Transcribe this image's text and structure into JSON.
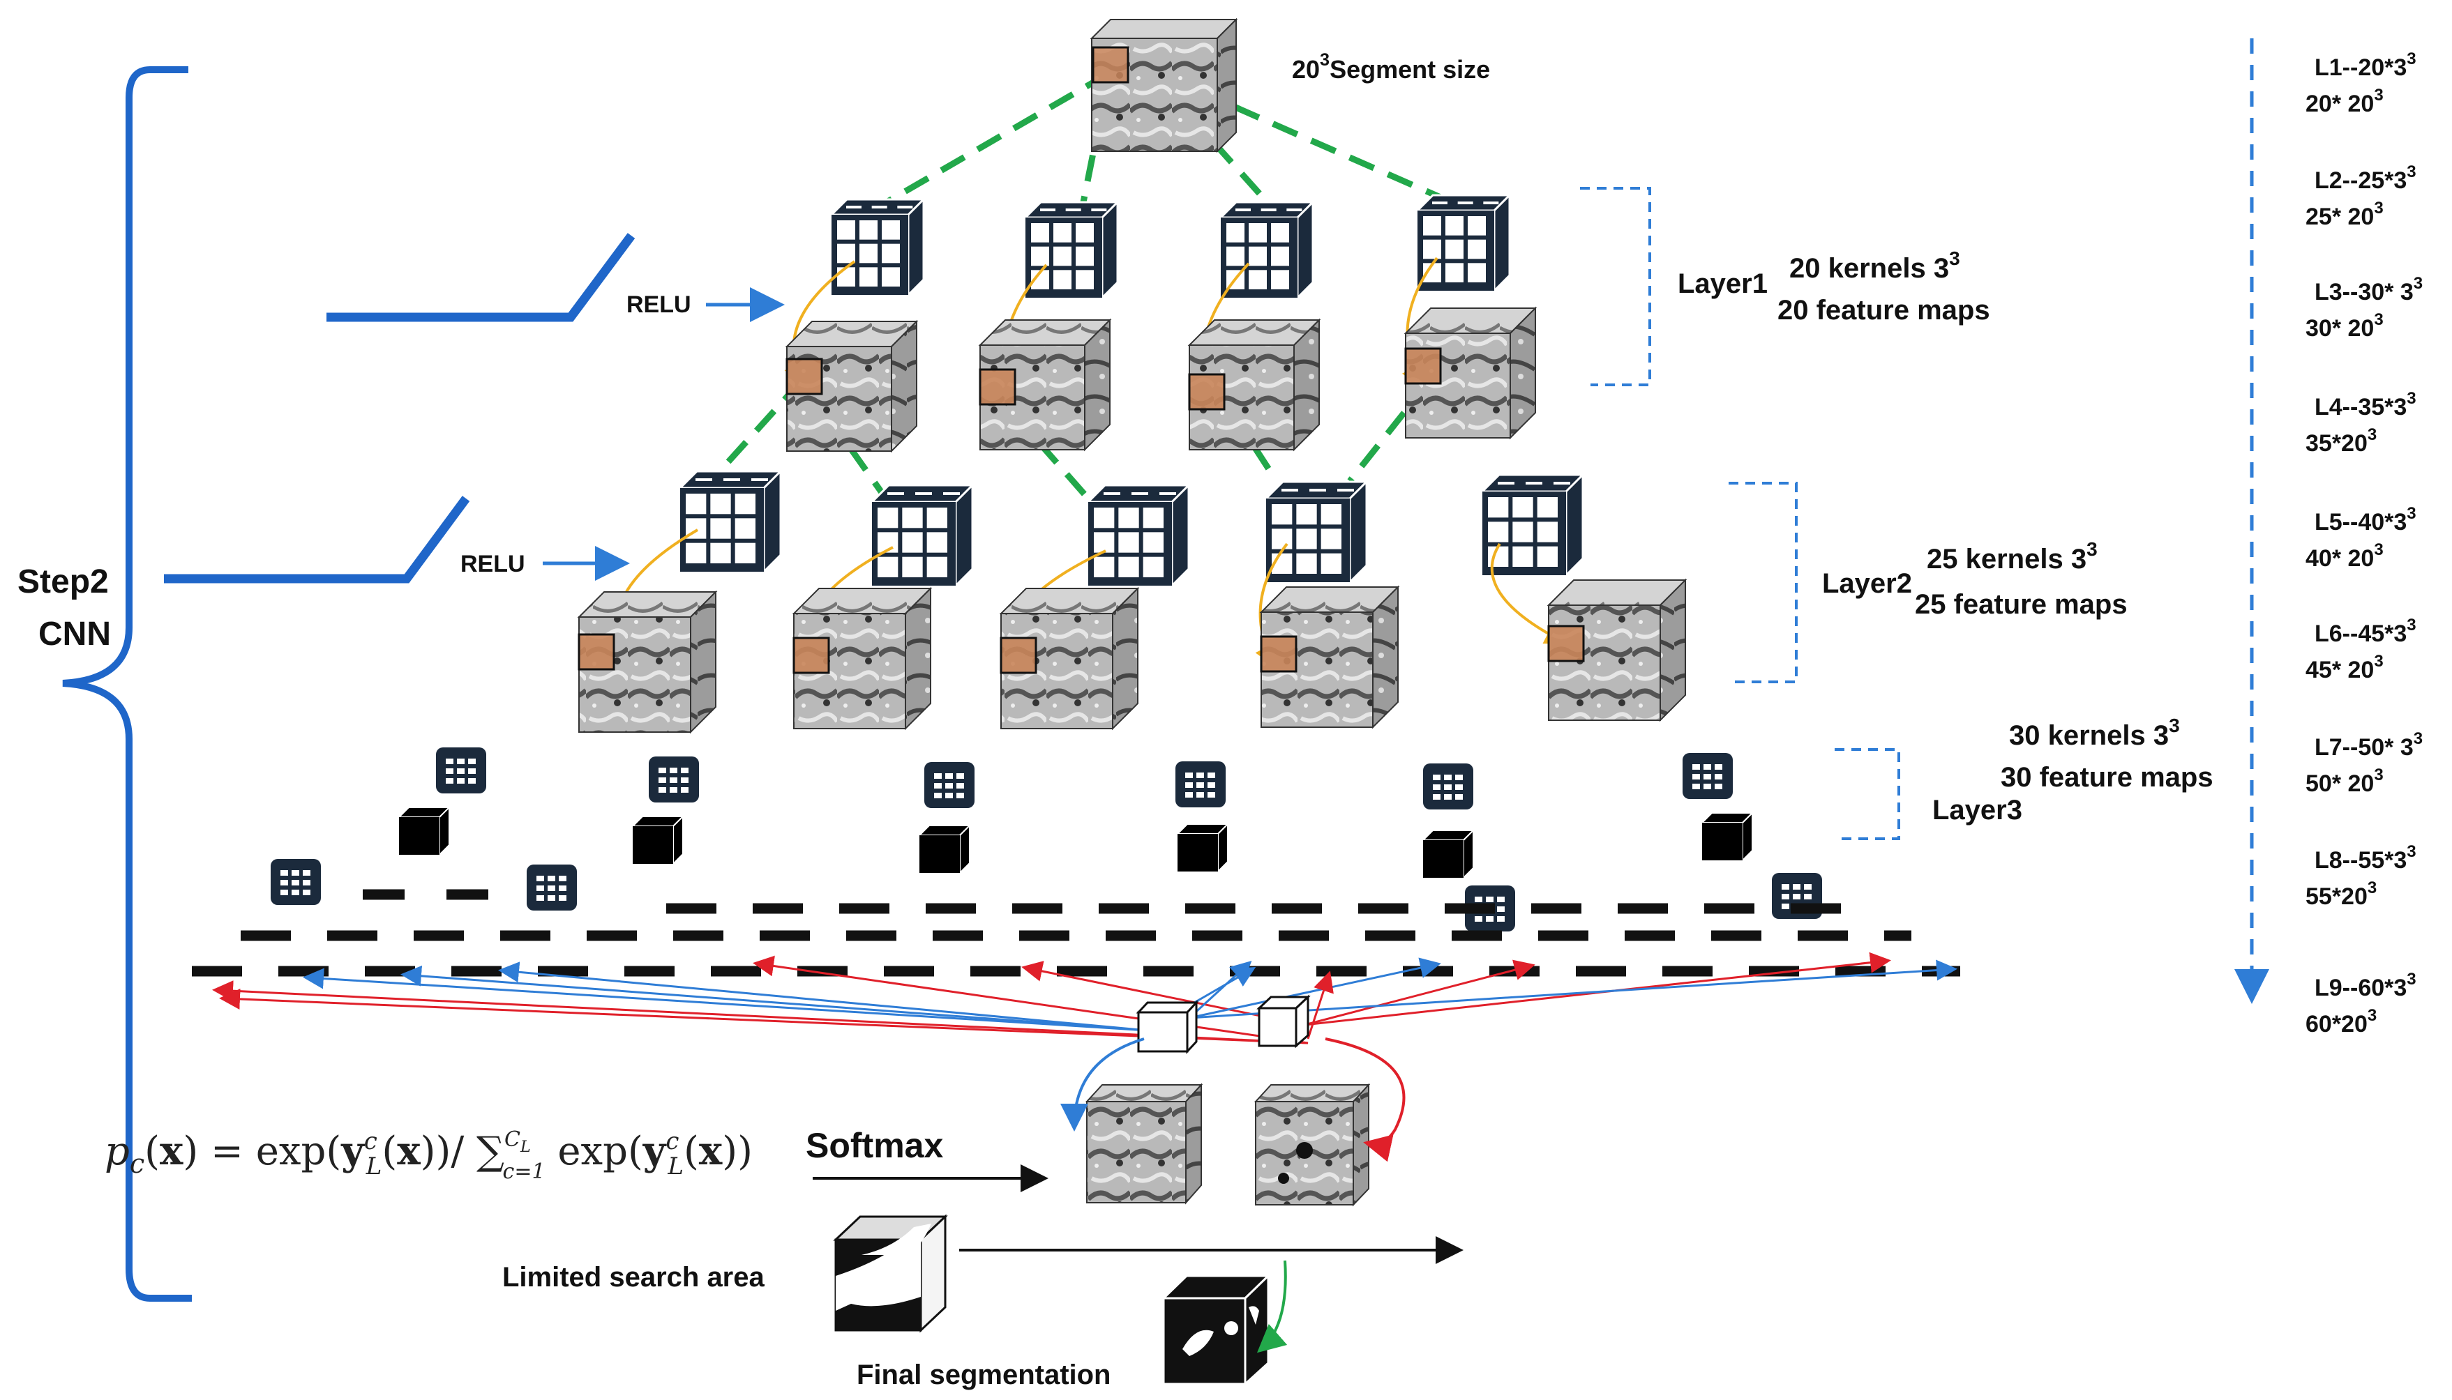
{
  "colors": {
    "brace": "#1f66c9",
    "green_dash": "#22a84a",
    "orange_arrow": "#f0b020",
    "red_arrow": "#e0202a",
    "blue_arrow": "#2f7dd6",
    "kernel_fill": "#1b2a3c",
    "patch": "#c9855a"
  },
  "labels": {
    "segment_size_prefix": "20",
    "segment_size_exp": "3",
    "segment_size_text": "Segment size",
    "relu_1": "RELU",
    "relu_2": "RELU",
    "step": "Step2",
    "cnn": "CNN",
    "layer1_name": "Layer1",
    "layer1_kernels": "20 kernels 3",
    "layer1_kernels_exp": "3",
    "layer1_maps": "20 feature maps",
    "layer2_name": "Layer2",
    "layer2_kernels": "25 kernels 3",
    "layer2_kernels_exp": "3",
    "layer2_maps": "25 feature maps",
    "layer3_kernels": "30 kernels 3",
    "layer3_kernels_exp": "3",
    "layer3_maps": "30 feature maps",
    "layer3_name": "Layer3",
    "softmax": "Softmax",
    "limited_search": "Limited search area",
    "final_segmentation": "Final segmentation",
    "formula": "p_c(x) = exp(y_L^c(x)) / Σ_{c=1}^{C_L} exp(y_L^c(x))"
  },
  "layers_list": [
    {
      "line1": "L1--20*3",
      "exp1": "3",
      "line2": "20* 20",
      "exp2": "3"
    },
    {
      "line1": "L2--25*3",
      "exp1": "3",
      "line2": "25* 20",
      "exp2": "3"
    },
    {
      "line1": "L3--30* 3",
      "exp1": "3",
      "line2": "30* 20",
      "exp2": "3"
    },
    {
      "line1": "L4--35*3",
      "exp1": "3",
      "line2": "35*20",
      "exp2": "3"
    },
    {
      "line1": "L5--40*3",
      "exp1": "3",
      "line2": "40* 20",
      "exp2": "3"
    },
    {
      "line1": "L6--45*3",
      "exp1": "3",
      "line2": "45* 20",
      "exp2": "3"
    },
    {
      "line1": "L7--50* 3",
      "exp1": "3",
      "line2": "50* 20",
      "exp2": "3"
    },
    {
      "line1": "L8--55*3",
      "exp1": "3",
      "line2": "55*20",
      "exp2": "3"
    },
    {
      "line1": "L9--60*3",
      "exp1": "3",
      "line2": "60*20",
      "exp2": "3"
    }
  ]
}
